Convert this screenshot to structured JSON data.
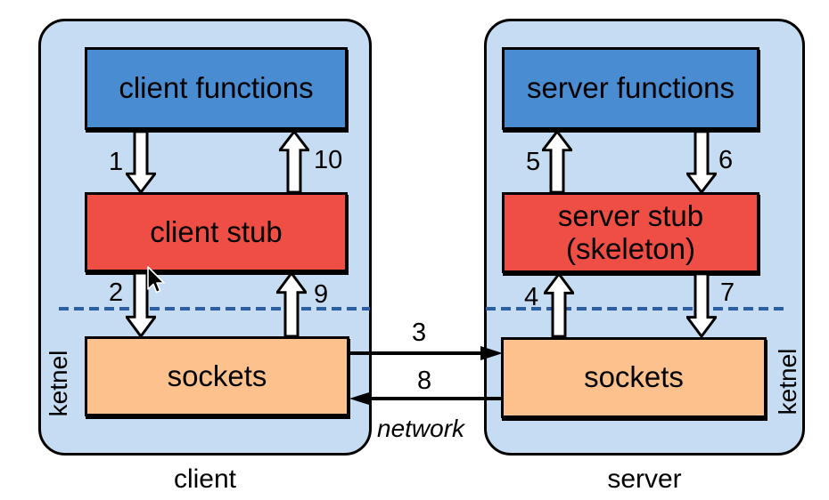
{
  "colors": {
    "panel_fill": "#c5dcf2",
    "functions_fill": "#4a8cd2",
    "stub_fill": "#ee4e43",
    "sockets_fill": "#fcc18c",
    "dashed_line": "#2e5fa3",
    "outline": "#000000"
  },
  "client_panel": {
    "caption": "client",
    "kernel_label": "ketnel",
    "functions_box": "client functions",
    "stub_box": "client stub",
    "sockets_box": "sockets"
  },
  "server_panel": {
    "caption": "server",
    "kernel_label": "ketnel",
    "functions_box": "server functions",
    "stub_box_line1": "server stub",
    "stub_box_line2": "(skeleton)",
    "sockets_box": "sockets"
  },
  "flow_labels": {
    "step1": "1",
    "step2": "2",
    "step3": "3",
    "step4": "4",
    "step5": "5",
    "step6": "6",
    "step7": "7",
    "step8": "8",
    "step9": "9",
    "step10": "10",
    "network": "network"
  }
}
